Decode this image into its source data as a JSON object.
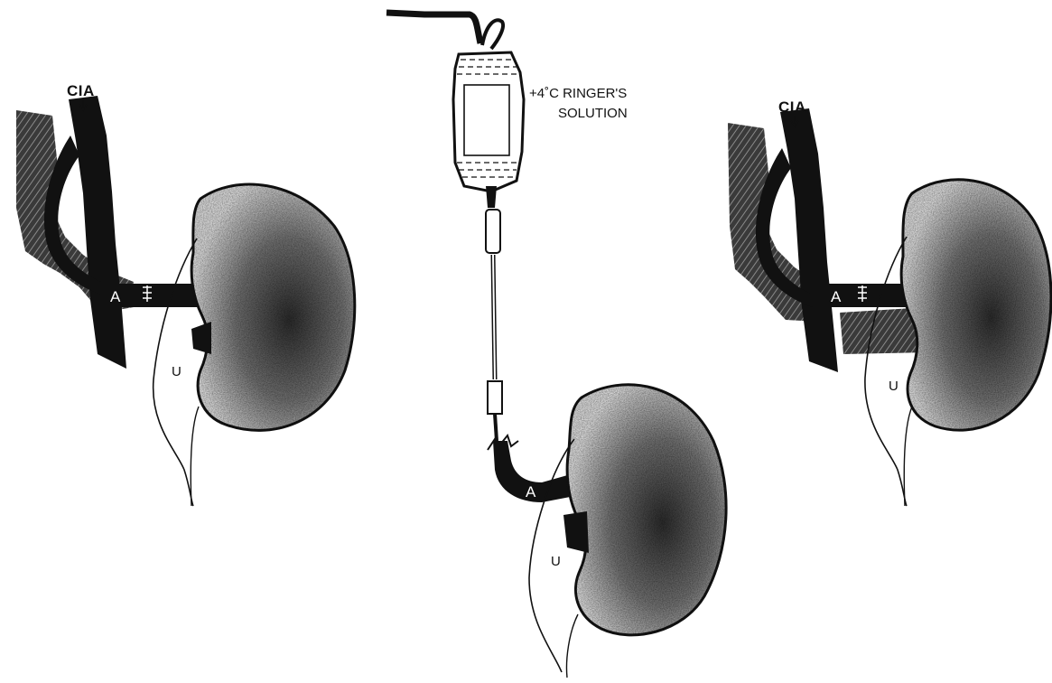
{
  "labels": {
    "artery_trunk": "CIA",
    "artery_branch": "A",
    "ureter": "U",
    "solution_line1": "+4˚C RINGER'S",
    "solution_line2": "SOLUTION"
  },
  "colors": {
    "ink": "#111111",
    "paper": "#ffffff",
    "kidney_shade": "#7a7a7a",
    "kidney_light": "#d8d8d8",
    "bag_fluid": "#9a9a9a"
  }
}
